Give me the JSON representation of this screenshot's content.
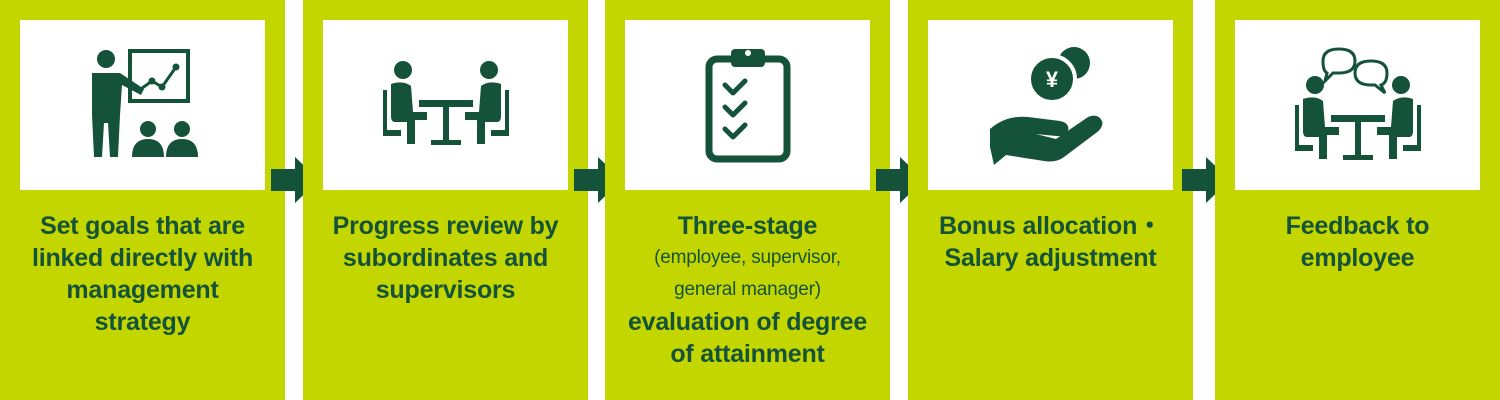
{
  "steps": [
    {
      "icon": "presentation-icon",
      "label": "Set goals that are linked directly with management strategy"
    },
    {
      "icon": "meeting-icon",
      "label": "Progress review by subordinates and supervisors"
    },
    {
      "icon": "checklist-clipboard-icon",
      "label_main": "Three-stage",
      "label_sub": "(employee, supervisor, general manager)",
      "label_end": "evaluation of degree of attainment"
    },
    {
      "icon": "yen-coin-hand-icon",
      "label_line1": "Bonus allocation・",
      "label_line2": "Salary adjustment"
    },
    {
      "icon": "conversation-icon",
      "label": "Feedback to employee"
    }
  ],
  "colors": {
    "panel": "#c4d600",
    "icon": "#14533a",
    "text": "#14533a",
    "arrow": "#14533a"
  }
}
